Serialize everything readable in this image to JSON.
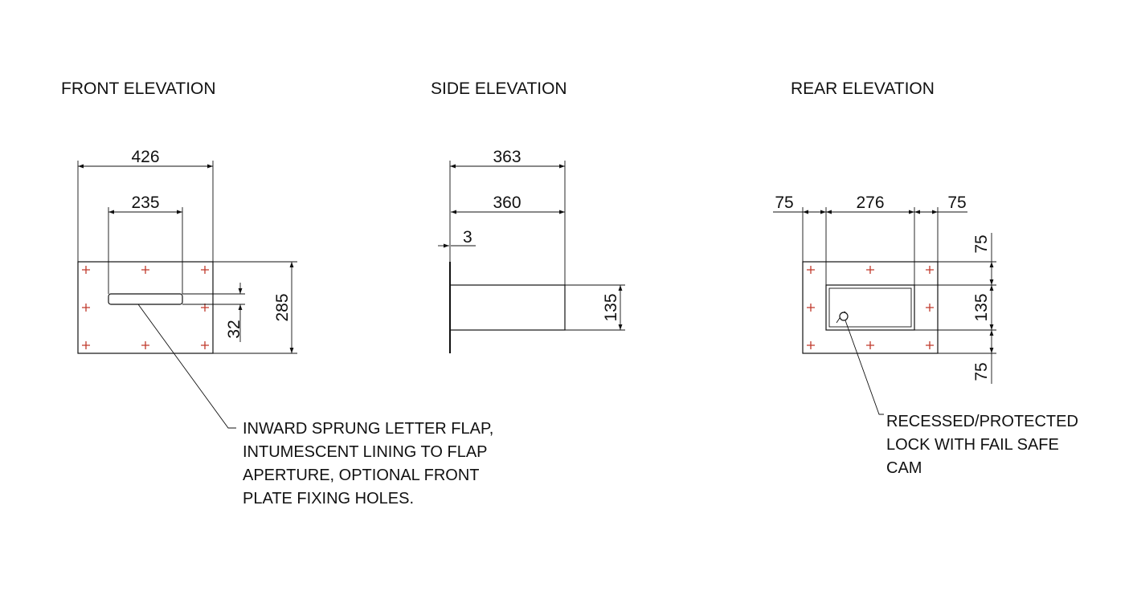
{
  "views": {
    "front": {
      "title": "FRONT ELEVATION",
      "dims": {
        "overall_width": "426",
        "flap_width": "235",
        "flap_height": "32",
        "overall_height": "285"
      },
      "note": [
        "INWARD SPRUNG LETTER FLAP,",
        "INTUMESCENT LINING TO FLAP",
        "APERTURE, OPTIONAL FRONT",
        "PLATE FIXING HOLES."
      ]
    },
    "side": {
      "title": "SIDE ELEVATION",
      "dims": {
        "overall_depth": "363",
        "body_depth": "360",
        "plate_thickness": "3",
        "body_height": "135"
      }
    },
    "rear": {
      "title": "REAR ELEVATION",
      "dims": {
        "left_margin": "75",
        "box_width": "276",
        "right_margin": "75",
        "top_margin": "75",
        "box_height": "135",
        "bottom_margin": "75"
      },
      "note": [
        "RECESSED/PROTECTED",
        "LOCK WITH FAIL SAFE",
        "CAM"
      ]
    }
  },
  "colors": {
    "line": "#111111",
    "fixing_marks": "#c0392b"
  }
}
